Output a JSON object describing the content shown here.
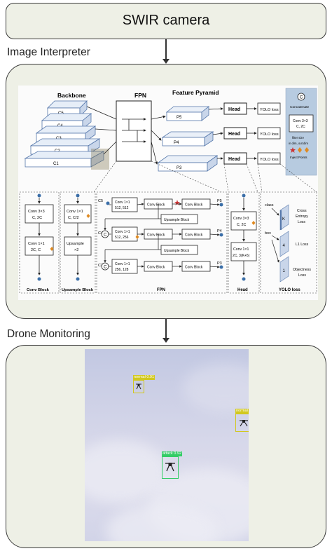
{
  "swir": {
    "title": "SWIR camera"
  },
  "interpreter": {
    "label": "Image Interpreter",
    "diagram": {
      "backbone": "Backbone",
      "fpn": "FPN",
      "feature_pyramid": "Feature Pyramid",
      "backbone_layers": [
        "C1",
        "C2",
        "C3",
        "C4",
        "C5"
      ],
      "pyramid_levels": [
        "P5",
        "P4",
        "P3"
      ],
      "head": "Head",
      "yolo_loss": "YOLO loss",
      "legend": {
        "concat_symbol": "C",
        "concatenate": "Concatenate",
        "conv_line1": "Conv 3×3",
        "conv_line2": "C, 2C",
        "filter_size": "filter size",
        "in_out_dim": "in dim, out dim",
        "inject_points": "Inject Points"
      },
      "conv_block": {
        "top_line1": "Conv 3×3",
        "top_line2": "C, 2C",
        "bottom_line1": "Conv 1×1",
        "bottom_line2": "2C, C",
        "caption": "Conv Block"
      },
      "upsample_block": {
        "top_line1": "Conv 1×1",
        "top_line2": "C, C/2",
        "bottom_line1": "Upsample",
        "bottom_line2": "×2",
        "caption": "Upsample Block"
      },
      "fpn_detail": {
        "row1": {
          "conv_line1": "Conv 1×1",
          "conv_line2": "512, 512"
        },
        "row2": {
          "conv_line1": "Conv 1×1",
          "conv_line2": "512, 256"
        },
        "row3": {
          "conv_line1": "Conv 1×1",
          "conv_line2": "256, 128"
        },
        "conv_block": "Conv Block",
        "upsample_block": "Upsample Block",
        "inputs": [
          "C5",
          "C4",
          "C3"
        ],
        "outputs": [
          "P5",
          "P4",
          "P3"
        ],
        "caption": "FPN"
      },
      "head_detail": {
        "top_line1": "Conv 3×3",
        "top_line2": "C, 2C",
        "bottom_line1": "Conv 1×1",
        "bottom_line2": "2C, 3(K+5)",
        "caption": "Head"
      },
      "yolo_detail": {
        "class": "class",
        "box": "box",
        "cards": [
          "K",
          "4",
          "1"
        ],
        "losses": [
          {
            "line1": "Cross",
            "line2": "Entropy",
            "line3": "Loss"
          },
          {
            "line1": "L1 Loss",
            "line2": "",
            "line3": ""
          },
          {
            "line1": "Objectness",
            "line2": "Loss",
            "line3": ""
          }
        ],
        "caption": "YOLO loss"
      }
    }
  },
  "monitoring": {
    "label": "Drone Monitoring",
    "detections": [
      {
        "label": "normal 0.91",
        "color": "#d2c81e"
      },
      {
        "label": "normal",
        "color": "#d2c81e"
      },
      {
        "label": "attack 0.92",
        "color": "#33cc66"
      }
    ]
  },
  "colors": {
    "panel_bg": "#eef0e6",
    "legend_bg": "#b7cbe0",
    "sky": "#cfd2e8"
  }
}
